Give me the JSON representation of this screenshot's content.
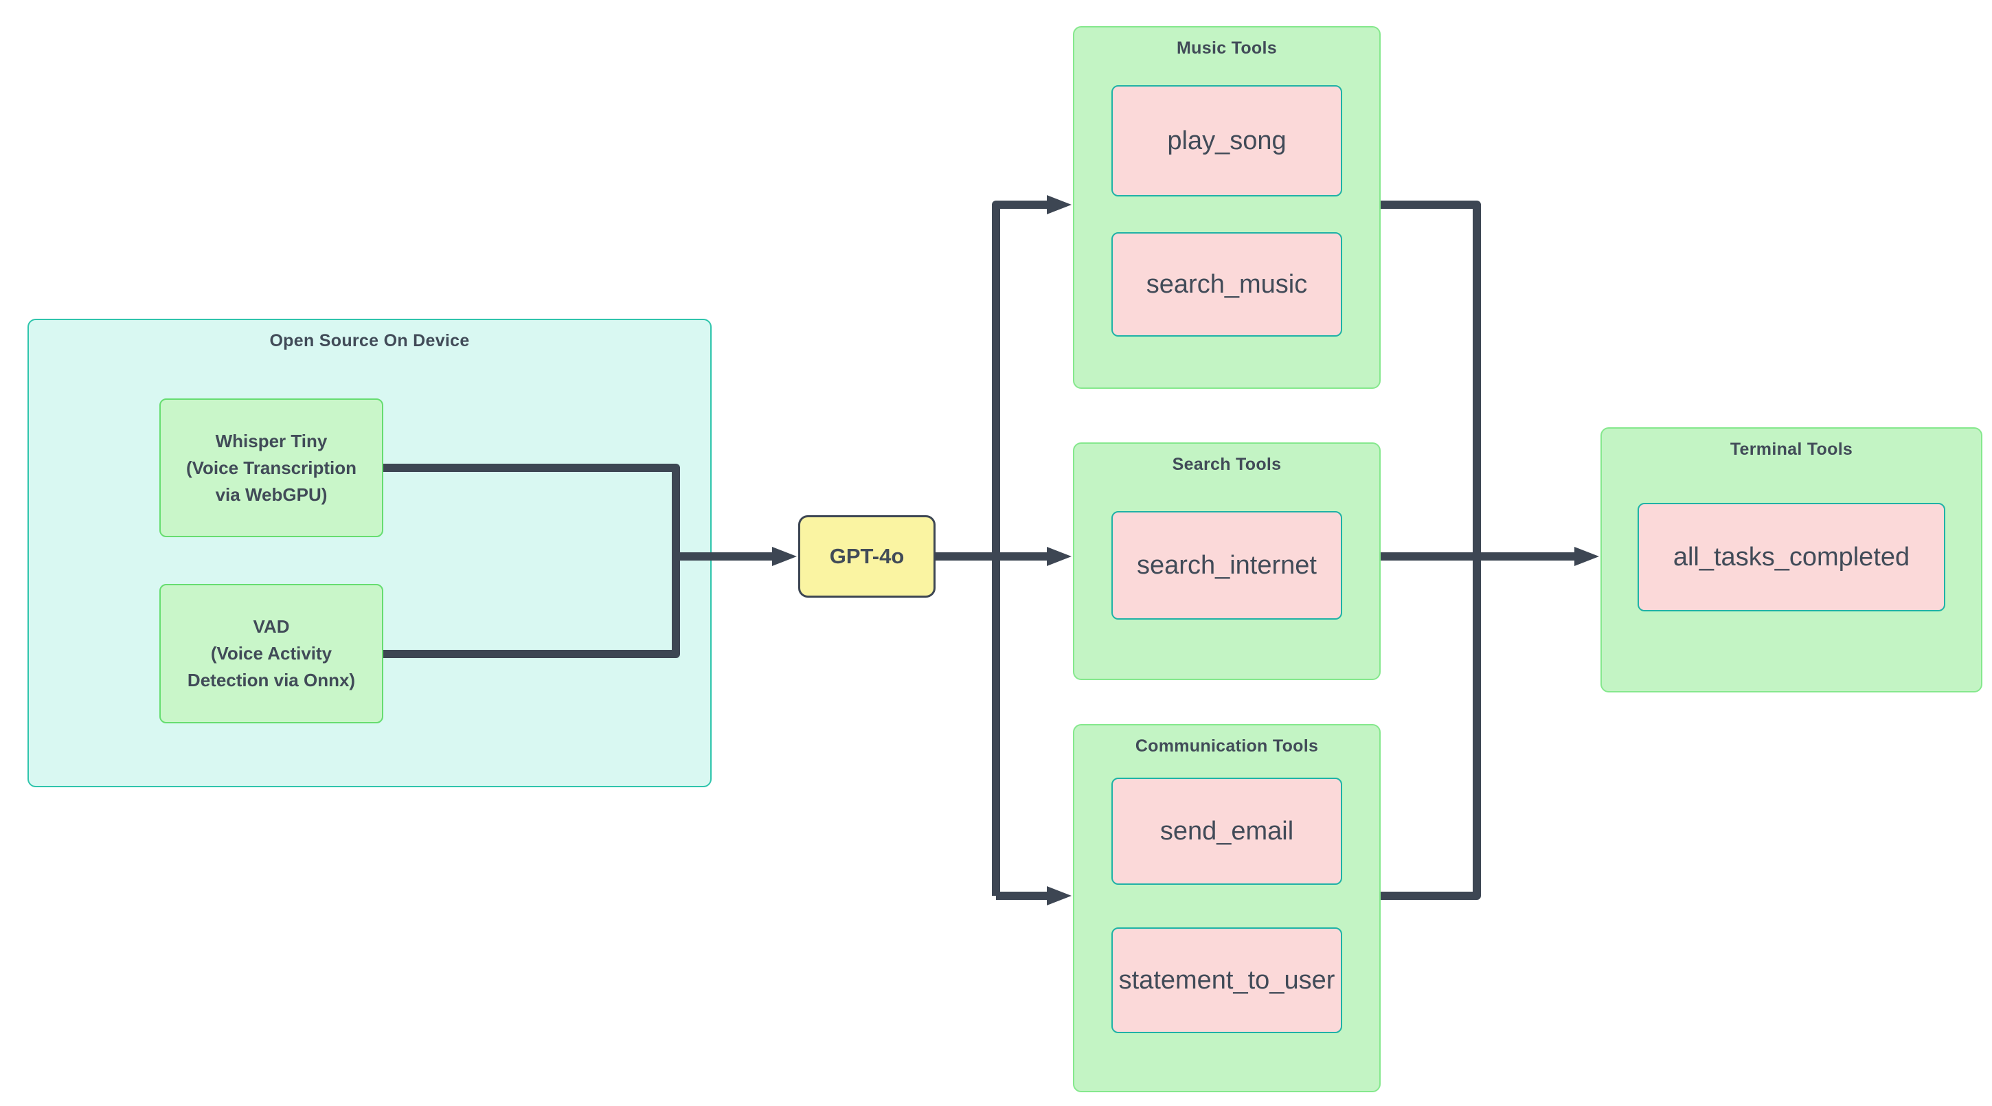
{
  "diagram": {
    "groups": [
      {
        "id": "open-source-on-device",
        "title": "Open Source On Device",
        "nodes": [
          {
            "label": "Whisper Tiny\n(Voice Transcription\nvia WebGPU)"
          },
          {
            "label": "VAD\n(Voice Activity\nDetection via Onnx)"
          }
        ]
      },
      {
        "id": "music-tools",
        "title": "Music Tools",
        "nodes": [
          {
            "label": "play_song"
          },
          {
            "label": "search_music"
          }
        ]
      },
      {
        "id": "search-tools",
        "title": "Search Tools",
        "nodes": [
          {
            "label": "search_internet"
          }
        ]
      },
      {
        "id": "communication-tools",
        "title": "Communication Tools",
        "nodes": [
          {
            "label": "send_email"
          },
          {
            "label": "statement_to_user"
          }
        ]
      },
      {
        "id": "terminal-tools",
        "title": "Terminal Tools",
        "nodes": [
          {
            "label": "all_tasks_completed"
          }
        ]
      }
    ],
    "gpt": {
      "label": "GPT-4o"
    },
    "colors": {
      "connector": "#3d4653",
      "text": "#414b58",
      "group_cyan_fill": "#d9f8f2",
      "group_cyan_border": "#2fc5ac",
      "group_green_fill": "#c3f4c4",
      "group_green_border": "#85e88d",
      "node_pink_fill": "#fbd9d9",
      "node_pink_border": "#1fb2a6",
      "node_green_fill": "#c9f6c9",
      "node_green_border": "#66dd70",
      "gpt_fill": "#faf4a2",
      "gpt_border": "#3d4653"
    }
  }
}
